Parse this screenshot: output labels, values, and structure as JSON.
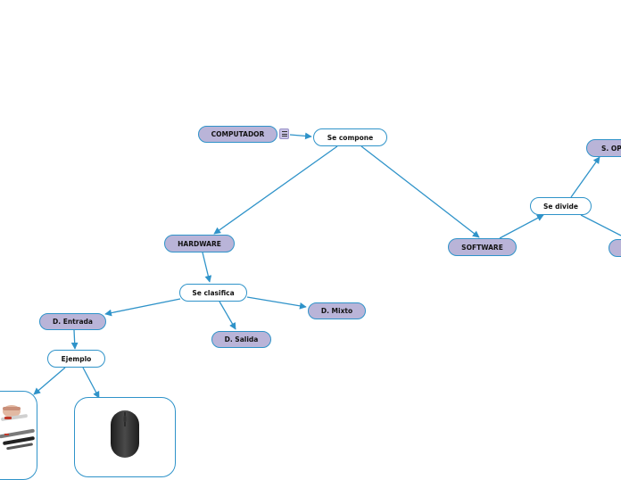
{
  "nodes": {
    "computador": "COMPUTADOR",
    "se_compone": "Se compone",
    "hardware": "HARDWARE",
    "software": "SOFTWARE",
    "se_divide": "Se divide",
    "s_op": "S. OP",
    "se_clasifica": "Se clasifica",
    "d_entrada": "D. Entrada",
    "d_mixto": "D. Mixto",
    "d_salida": "D. Salida",
    "ejemplo": "Ejemplo"
  },
  "icons": {
    "note": "note-icon",
    "keyboard_photo": "keyboard-image",
    "mouse_photo": "mouse-image"
  },
  "colors": {
    "main_fill": "#b9b4d8",
    "border": "#2f93c9",
    "connector": "#2f93c9"
  }
}
